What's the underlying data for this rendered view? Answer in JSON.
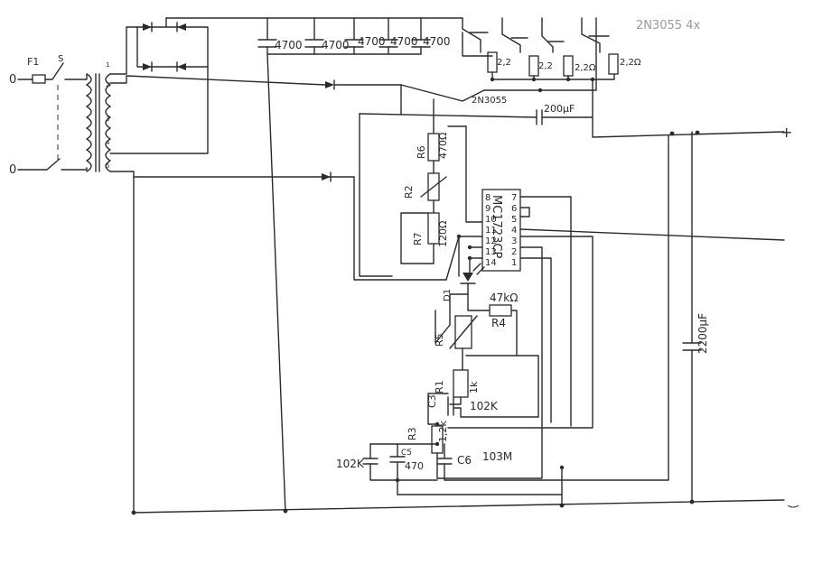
{
  "fuse": {
    "label": "F1"
  },
  "switch": {
    "label": "S"
  },
  "transformer": {
    "pins": [
      "1",
      "2",
      "3",
      "4",
      "5"
    ]
  },
  "filter_caps": [
    "4700",
    "4700",
    "4700",
    "4700",
    "4700"
  ],
  "output_transistors": {
    "label": "2N3055  4x"
  },
  "emitter_resistors": [
    "2,2",
    "2,2",
    "2,2Ω",
    "2,2Ω"
  ],
  "driver": {
    "label": "2N3055",
    "cap": "200µF"
  },
  "ic": {
    "label": "MC1723CP",
    "pins_left": [
      "8",
      "9",
      "10",
      "11",
      "12",
      "13",
      "14"
    ],
    "pins_right": [
      "7",
      "6",
      "5",
      "4",
      "3",
      "2",
      "1"
    ]
  },
  "resistors": {
    "r6": {
      "name": "R6",
      "value": "470Ω"
    },
    "r2": {
      "name": "R2"
    },
    "r7": {
      "name": "R7",
      "value": "120Ω"
    },
    "r4": {
      "name": "R4",
      "value": "47kΩ"
    },
    "r5": {
      "name": "R5"
    },
    "r1": {
      "name": "R1",
      "value": "1k"
    },
    "r3": {
      "name": "R3",
      "value": "1,2k"
    }
  },
  "caps": {
    "c3": {
      "name": "C3",
      "value": "102K"
    },
    "c5": {
      "name": "C5",
      "value": "470"
    },
    "c6": {
      "name": "C6",
      "value": "103M"
    },
    "c4": {
      "value": "102K"
    },
    "out": {
      "value": "2200µF"
    }
  },
  "led": {
    "name": "D1"
  },
  "terminals": {
    "plus": "+",
    "left_top": "0",
    "left_bottom": "0"
  }
}
